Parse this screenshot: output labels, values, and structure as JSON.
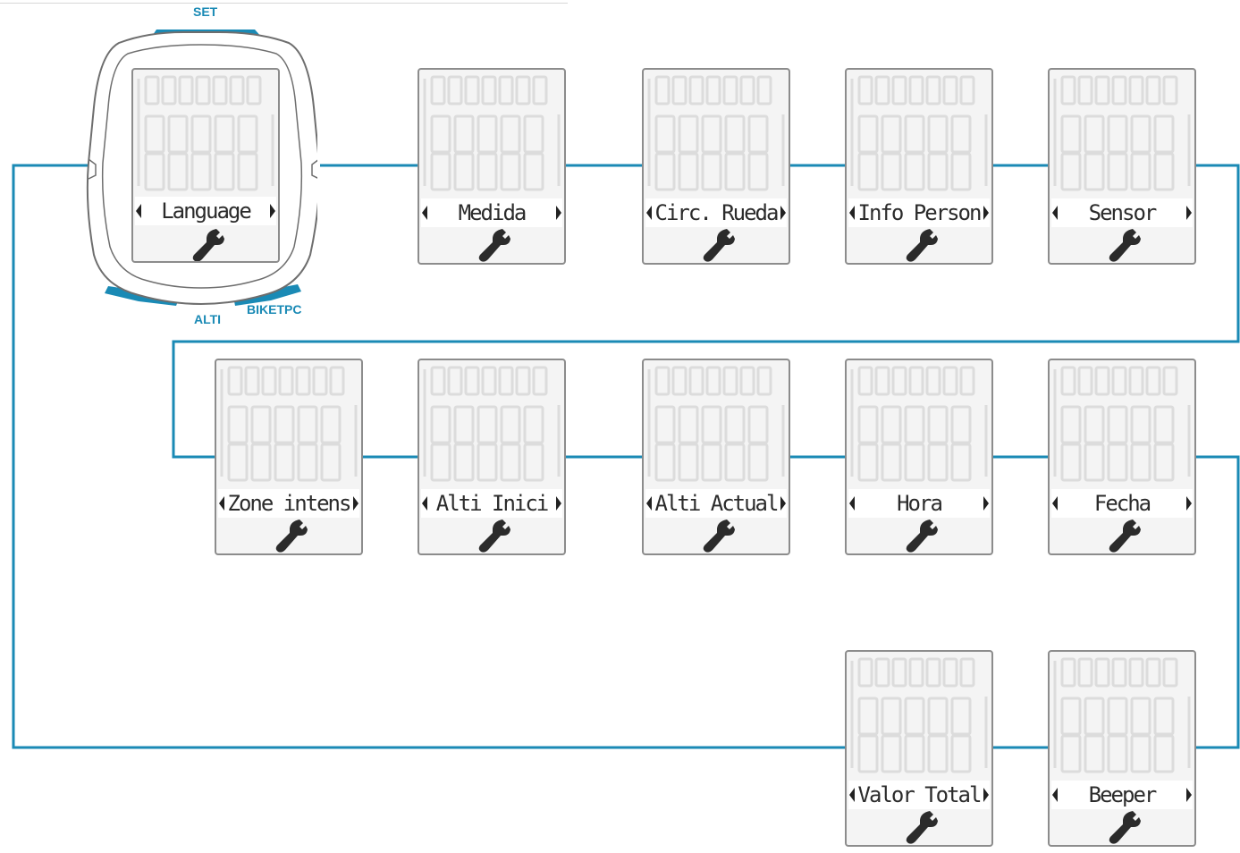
{
  "device": {
    "buttons": {
      "set": "SET",
      "alti": "ALTI",
      "biketpc": "BIKETPC"
    },
    "colors": {
      "accent": "#1a8ab5",
      "connector": "#1a8ab5",
      "outline": "#6e6e6e"
    },
    "screen_label": "Language"
  },
  "menu": {
    "row1": [
      "Medida",
      "Circ. Rueda",
      "Info Person",
      "Sensor"
    ],
    "row2": [
      "Zone intens",
      "Alti Inici",
      "Alti Actual",
      "Hora",
      "Fecha"
    ],
    "row3": [
      "Valor Total",
      "Beeper"
    ]
  },
  "icons": {
    "settings": "wrench-icon",
    "prev": "triangle-left-icon",
    "next": "triangle-right-icon"
  }
}
